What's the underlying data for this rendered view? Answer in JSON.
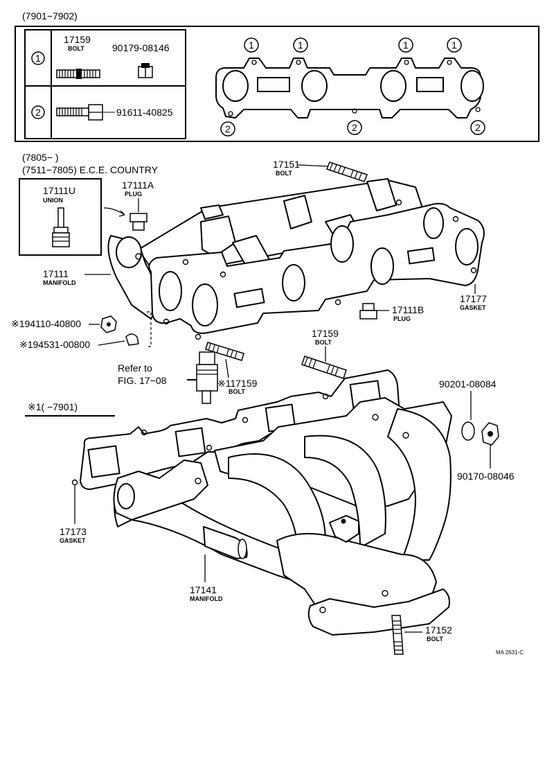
{
  "inset": {
    "range_label": "(7901−7902)",
    "row1": {
      "marker": "1",
      "bolt_part": "17159",
      "bolt_name": "BOLT",
      "nut_part": "90179-08146"
    },
    "row2": {
      "marker": "2",
      "bolt_part": "91611-40825"
    },
    "gasket_marker": "1",
    "gasket_marker_lower": "2"
  },
  "variant_header": {
    "line1": "(7805−        )",
    "line2": "(7511−7805) E.C.E. COUNTRY"
  },
  "union_box": {
    "part": "17111U",
    "name": "UNION"
  },
  "parts": {
    "p17111A": {
      "part": "17111A",
      "name": "PLUG"
    },
    "p17151": {
      "part": "17151",
      "name": "BOLT"
    },
    "p17111": {
      "part": "17111",
      "name": "MANIFOLD"
    },
    "p17177": {
      "part": "17177",
      "name": "GASKET"
    },
    "p17111B": {
      "part": "17111B",
      "name": "PLUG"
    },
    "p194110": {
      "part": "※194110-40800"
    },
    "p194531": {
      "part": "※194531-00800"
    },
    "p17159": {
      "part": "17159",
      "name": "BOLT"
    },
    "p117159": {
      "part": "※117159",
      "name": "BOLT"
    },
    "refer_line1": "Refer to",
    "refer_line2": "FIG. 17−08",
    "p90201": {
      "part": "90201-08084"
    },
    "p90170": {
      "part": "90170-08046"
    },
    "p17173": {
      "part": "17173",
      "name": "GASKET"
    },
    "p17141": {
      "part": "17141",
      "name": "MANIFOLD"
    },
    "p17152": {
      "part": "17152",
      "name": "BOLT"
    }
  },
  "footnote_range": "※1(        −7901)",
  "figure_code": "MA 2631-C"
}
